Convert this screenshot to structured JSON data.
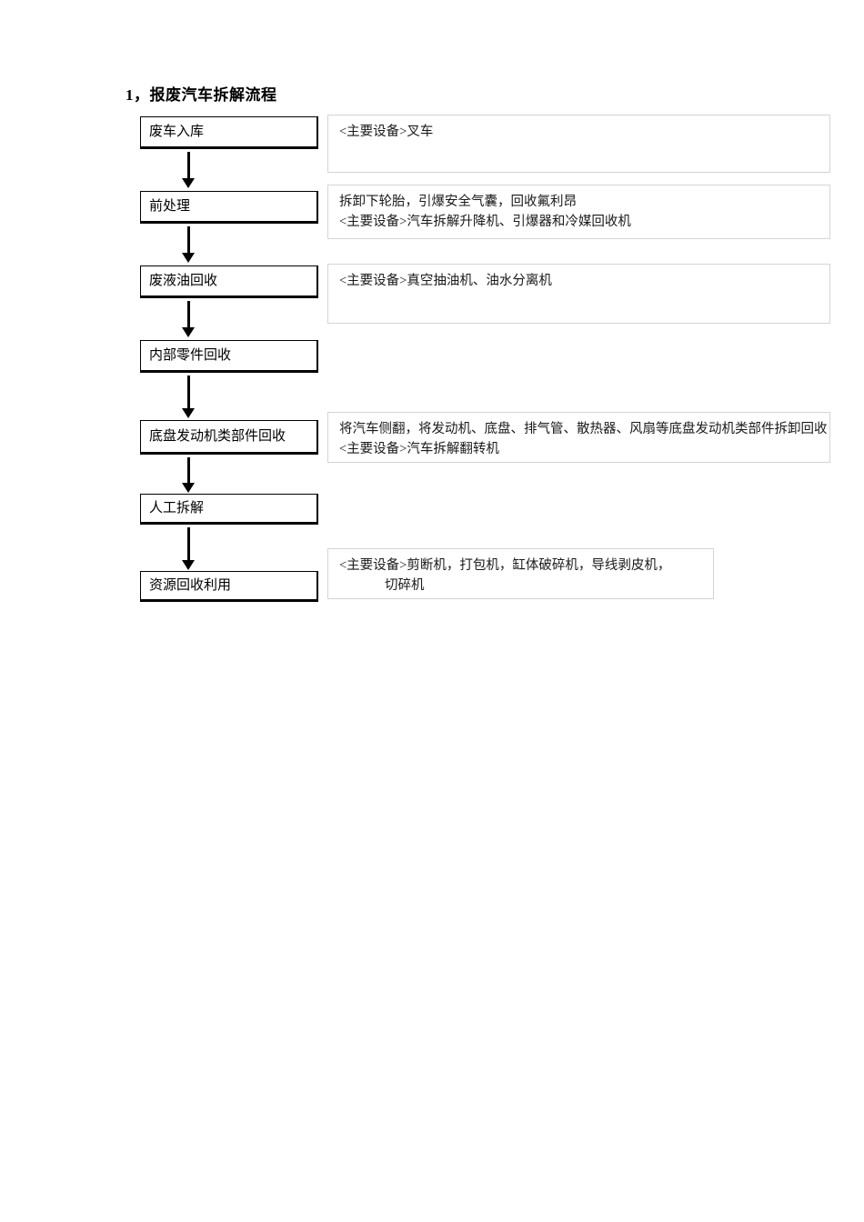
{
  "document": {
    "title": "1，报废汽车拆解流程"
  },
  "flow": {
    "nodes": [
      {
        "id": "node-1",
        "label": "废车入库"
      },
      {
        "id": "node-2",
        "label": "前处理"
      },
      {
        "id": "node-3",
        "label": "废液油回收"
      },
      {
        "id": "node-4",
        "label": "内部零件回收"
      },
      {
        "id": "node-5",
        "label": "底盘发动机类部件回收"
      },
      {
        "id": "node-6",
        "label": "人工拆解"
      },
      {
        "id": "node-7",
        "label": "资源回收利用"
      }
    ],
    "arrow_count": 6
  },
  "descriptions": [
    {
      "id": "desc-1",
      "for_node": "废车入库",
      "lines": [
        {
          "text": "<主要设备>叉车",
          "indent": false
        }
      ]
    },
    {
      "id": "desc-2",
      "for_node": "前处理",
      "lines": [
        {
          "text": "拆卸下轮胎，引爆安全气囊，回收氟利昂",
          "indent": false
        },
        {
          "text": "<主要设备>汽车拆解升降机、引爆器和冷媒回收机",
          "indent": false
        }
      ]
    },
    {
      "id": "desc-3",
      "for_node": "废液油回收",
      "lines": [
        {
          "text": "<主要设备>真空抽油机、油水分离机",
          "indent": false
        }
      ]
    },
    {
      "id": "desc-4",
      "for_node": "底盘发动机类部件回收",
      "lines": [
        {
          "text": "将汽车侧翻，将发动机、底盘、排气管、散热器、风扇等底盘发动机类部件拆卸回收",
          "indent": false
        },
        {
          "text": "<主要设备>汽车拆解翻转机",
          "indent": false
        }
      ]
    },
    {
      "id": "desc-5",
      "for_node": "资源回收利用",
      "lines": [
        {
          "text": "<主要设备>剪断机，打包机，缸体破碎机，导线剥皮机，",
          "indent": false
        },
        {
          "text": "切碎机",
          "indent": true
        }
      ]
    }
  ],
  "colors": {
    "page_background": "#ffffff",
    "node_border": "#000000",
    "panel_border": "#d4d4d4",
    "text": "#000000"
  }
}
